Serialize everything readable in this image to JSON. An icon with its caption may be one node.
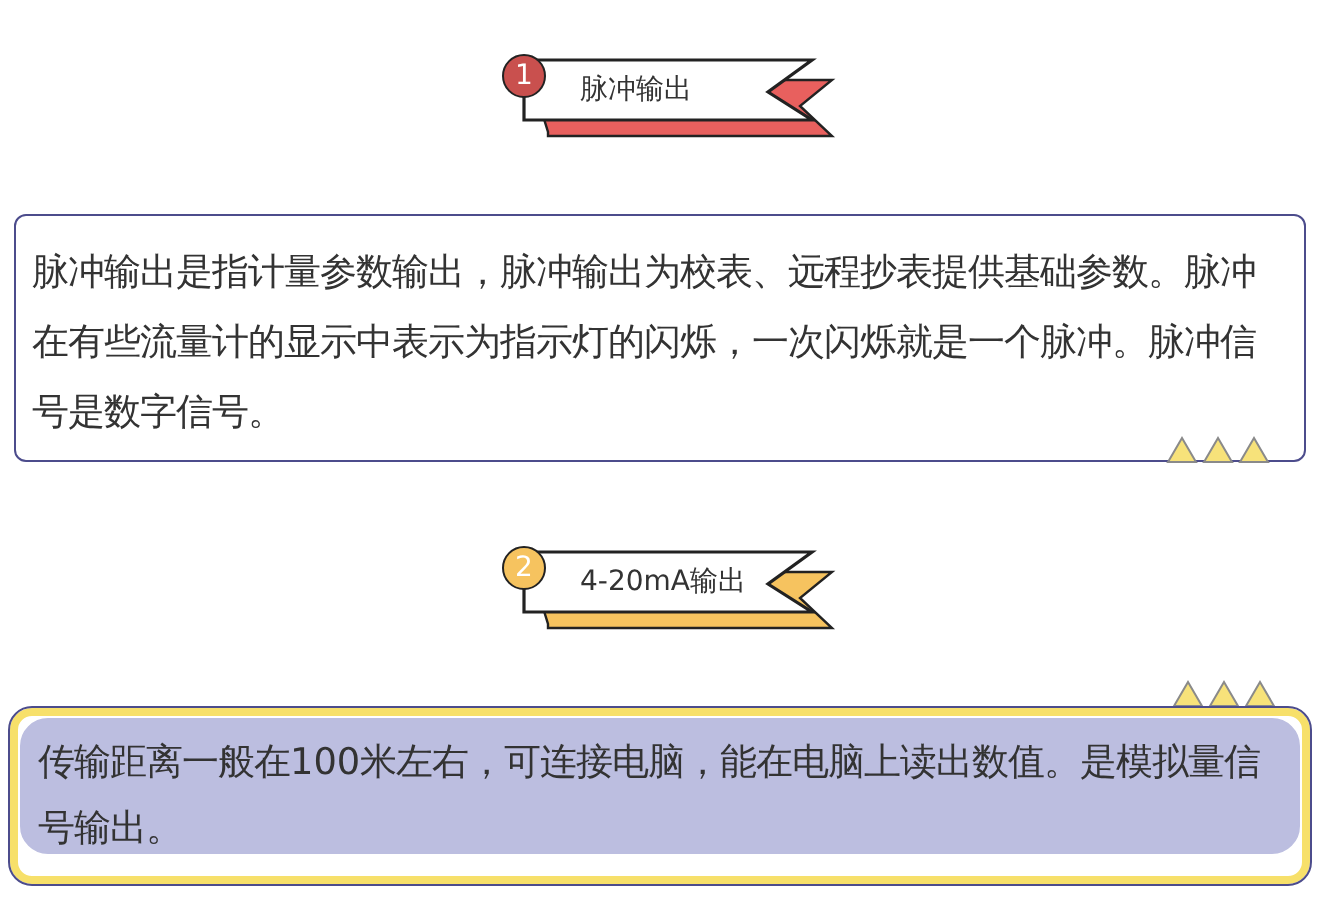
{
  "diagram": {
    "nodes": [
      {
        "text": [
          "1",
          "脉冲输出"
        ]
      },
      {
        "text": [
          "脉冲输出是指计量参数输出，脉冲输出为校表、远程抄表提供基础参数。脉冲在有些流量计的显示中表示为指示灯的闪烁，一次闪烁就是一个脉冲。脉冲信号是数字信号。"
        ]
      },
      {
        "text": [
          "2",
          "4-20mA输出"
        ]
      },
      {
        "text": [
          "传输距离一般在100米左右，可连接电脑，能在电脑上读出数值。是模拟量信号输出。"
        ]
      }
    ]
  }
}
